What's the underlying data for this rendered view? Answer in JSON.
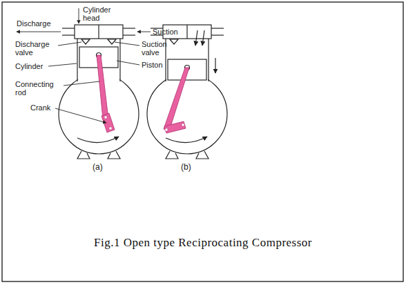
{
  "diagram": {
    "caption": "Fig.1 Open type Reciprocating Compressor",
    "labels": [
      "Discharge",
      "Cylinder head",
      "Suction",
      "Discharge valve",
      "Suction valve",
      "Cylinder",
      "Piston",
      "Connecting rod",
      "Crank",
      "(a)",
      "(b)"
    ]
  }
}
